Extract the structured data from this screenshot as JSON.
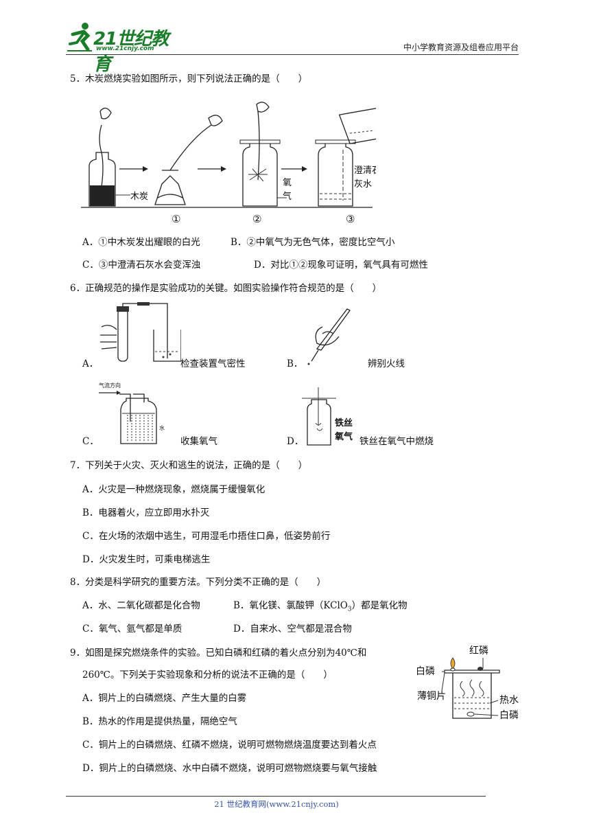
{
  "header": {
    "logo_text": "21世纪教育",
    "logo_url": "www.21cnjy.com",
    "platform": "中小学教育资源及组卷应用平台"
  },
  "q5": {
    "stem": "5．木炭燃烧实验如图所示，则下列说法正确的是（　　）",
    "fig_labels": {
      "charcoal": "木炭",
      "oxygen1": "氧",
      "oxygen2": "气",
      "limewater1": "澄清石",
      "limewater2": "灰水",
      "step1": "①",
      "step2": "②",
      "step3": "③"
    },
    "options": {
      "A": "A．①中木炭发出耀眼的白光",
      "B": "B．②中氧气为无色气体，密度比空气小",
      "C": "C．③中澄清石灰水会变浑浊",
      "D": "D．对比①②现象可证明，氧气具有可燃性"
    }
  },
  "q6": {
    "stem": "6．正确规范的操作是实验成功的关键。如图实验操作符合规范的是（　　）",
    "options": {
      "A_letter": "A．",
      "A_text": "检查装置气密性",
      "B_letter": "B．",
      "B_text": "辨别火线",
      "C_letter": "C．",
      "C_text": "收集氧气",
      "D_letter": "D．",
      "D_text": "铁丝在氧气中燃烧"
    },
    "fig_labels": {
      "airflow": "气流方向",
      "water": "水",
      "iron_wire": "铁丝",
      "oxygen": "氧气"
    }
  },
  "q7": {
    "stem": "7．下列关于火灾、灭火和逃生的说法，正确的是（　　）",
    "options": {
      "A": "A．火灾是一种燃烧现象，燃烧属于缓慢氧化",
      "B": "B．电器着火，应立即用水扑灭",
      "C": "C．在火场的浓烟中逃生，可用湿毛巾捂住口鼻，低姿势前行",
      "D": "D．火灾发生时，可乘电梯逃生"
    }
  },
  "q8": {
    "stem": "8．分类是科学研究的重要方法。下列分类不正确的是（　　）",
    "options": {
      "A": "A．水、二氧化碳都是化合物",
      "B_pre": "B．氧化镁、氯酸钾（KClO",
      "B_sub": "3",
      "B_post": "）都是氧化物",
      "C": "C．氧气、氩气都是单质",
      "D": "D．自来水、空气都是混合物"
    }
  },
  "q9": {
    "stem1": "9．如图是探究燃烧条件的实验。已知白磷和红磷的着火点分别为40℃和",
    "stem2": "260℃。下列关于实验现象和分析的说法不正确的是（　　）",
    "options": {
      "A": "A．铜片上的白磷燃烧、产生大量的白雾",
      "B": "B．热水的作用是提供热量，隔绝空气",
      "C": "C．铜片上的白磷燃烧、红磷不燃烧，说明可燃物燃烧温度要达到着火点",
      "D": "D．铜片上的白磷燃烧、水中白磷不燃烧，说明可燃物燃烧要与氧气接触"
    },
    "fig_labels": {
      "red_p": "红磷",
      "white_p": "白磷",
      "copper": "薄铜片",
      "hot_water": "热水",
      "white_p2": "白磷"
    }
  },
  "footer": {
    "text": "21 世纪教育网(www.21cnjy.com)"
  }
}
